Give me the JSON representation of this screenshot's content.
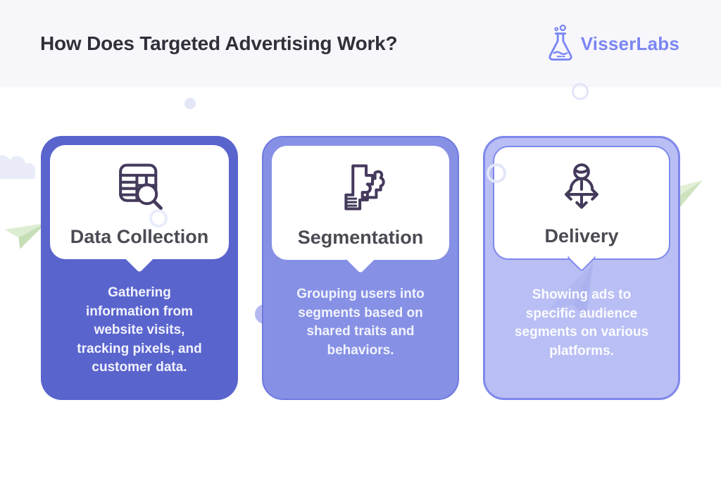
{
  "header": {
    "title": "How Does Targeted Advertising Work?",
    "brand": "VisserLabs"
  },
  "cards": [
    {
      "title": "Data Collection",
      "icon": "table-search-icon",
      "description": "Gathering information from website visits, tracking pixels, and customer data.",
      "lines": [
        "Gathering",
        "information from",
        "website visits,",
        "tracking pixels, and",
        "customer data."
      ],
      "bg": "#5a64cd"
    },
    {
      "title": "Segmentation",
      "icon": "puzzle-segments-icon",
      "description": "Grouping users into segments based on shared traits and behaviors.",
      "lines": [
        "Grouping users into",
        "segments based on",
        "shared traits and",
        "behaviors."
      ],
      "bg": "#8690e5"
    },
    {
      "title": "Delivery",
      "icon": "person-distribution-icon",
      "description": "Showing ads to specific audience segments on various platforms.",
      "lines": [
        "Showing ads to",
        "specific audience",
        "segments on various",
        "platforms."
      ],
      "bg": "#b9bff4"
    }
  ],
  "colors": {
    "header_bg": "#f7f7fb",
    "header_title": "#30303a",
    "brand": "#7b86f3",
    "card1_bg": "#5a64cd",
    "card2_bg": "#8690e5",
    "card3_bg": "#b9bff4",
    "card3_border": "#7d88eb",
    "icon_stroke": "#453a5c",
    "card_title_text": "#4b4b54",
    "card_body_text": "#f1f3fd",
    "decoration_green": "#cfe3bf",
    "decoration_lavender": "#e3e6f7"
  }
}
